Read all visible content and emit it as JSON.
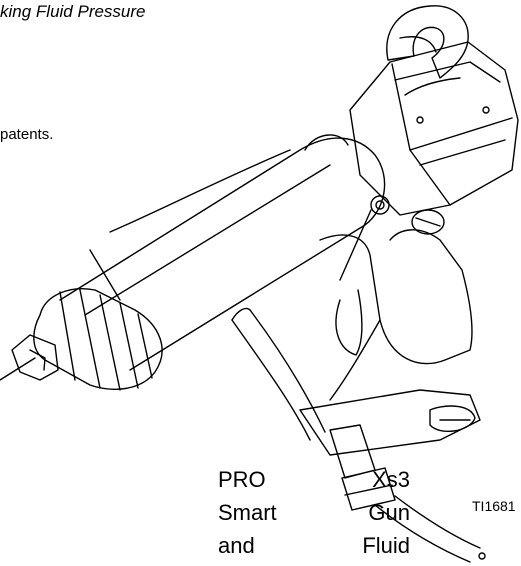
{
  "document": {
    "heading_fragment": "king Fluid Pressure",
    "patents_fragment": "patents.",
    "figure": {
      "callout": "TI1681",
      "caption_lines": [
        [
          "PRO",
          "Xs3"
        ],
        [
          "Smart",
          "Gun"
        ],
        [
          "and",
          "Fluid"
        ]
      ]
    }
  }
}
